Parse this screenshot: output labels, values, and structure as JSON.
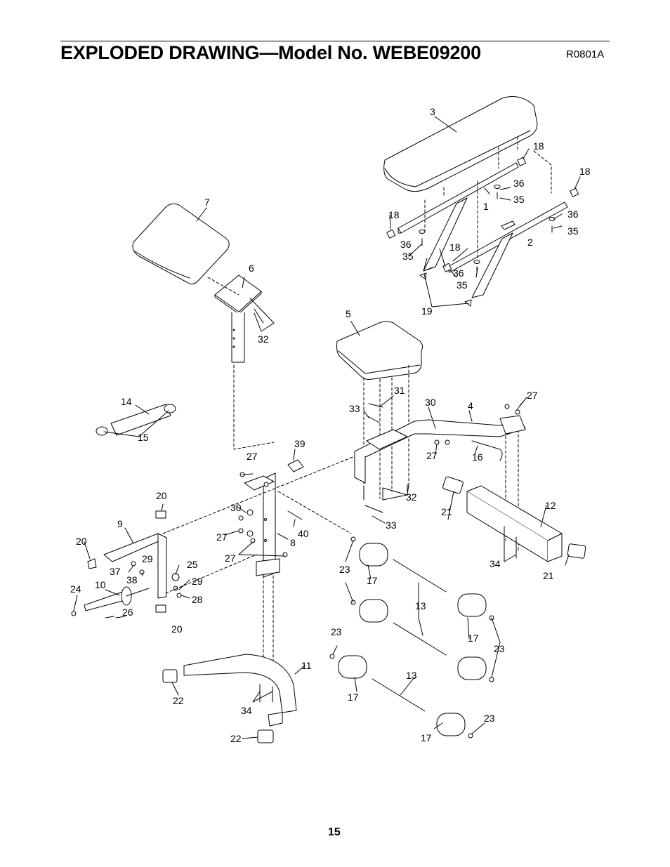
{
  "header": {
    "title": "EXPLODED DRAWING—Model No. WEBE09200",
    "code": "R0801A"
  },
  "footer": {
    "page_number": "15"
  },
  "callouts": [
    {
      "key": "p3",
      "text": "3"
    },
    {
      "key": "p18a",
      "text": "18"
    },
    {
      "key": "p18b",
      "text": "18"
    },
    {
      "key": "p36a",
      "text": "36"
    },
    {
      "key": "p35a",
      "text": "35"
    },
    {
      "key": "p1",
      "text": "1"
    },
    {
      "key": "p36b",
      "text": "36"
    },
    {
      "key": "p35b",
      "text": "35"
    },
    {
      "key": "p18c",
      "text": "18"
    },
    {
      "key": "p2",
      "text": "2"
    },
    {
      "key": "p36c",
      "text": "36"
    },
    {
      "key": "p35c",
      "text": "35"
    },
    {
      "key": "p18d",
      "text": "18"
    },
    {
      "key": "p36d",
      "text": "36"
    },
    {
      "key": "p35d",
      "text": "35"
    },
    {
      "key": "p19",
      "text": "19"
    },
    {
      "key": "p7",
      "text": "7"
    },
    {
      "key": "p6",
      "text": "6"
    },
    {
      "key": "p32a",
      "text": "32"
    },
    {
      "key": "p5",
      "text": "5"
    },
    {
      "key": "p14",
      "text": "14"
    },
    {
      "key": "p15",
      "text": "15"
    },
    {
      "key": "p31",
      "text": "31"
    },
    {
      "key": "p33a",
      "text": "33"
    },
    {
      "key": "p30a",
      "text": "30"
    },
    {
      "key": "p4",
      "text": "4"
    },
    {
      "key": "p27a",
      "text": "27"
    },
    {
      "key": "p39",
      "text": "39"
    },
    {
      "key": "p27b",
      "text": "27"
    },
    {
      "key": "p27c",
      "text": "27"
    },
    {
      "key": "p16",
      "text": "16"
    },
    {
      "key": "p20a",
      "text": "20"
    },
    {
      "key": "p9",
      "text": "9"
    },
    {
      "key": "p30b",
      "text": "30"
    },
    {
      "key": "p32b",
      "text": "32"
    },
    {
      "key": "p21a",
      "text": "21"
    },
    {
      "key": "p12",
      "text": "12"
    },
    {
      "key": "p33b",
      "text": "33"
    },
    {
      "key": "p27d",
      "text": "27"
    },
    {
      "key": "p40",
      "text": "40"
    },
    {
      "key": "p8",
      "text": "8"
    },
    {
      "key": "p20b",
      "text": "20"
    },
    {
      "key": "p27e",
      "text": "27"
    },
    {
      "key": "p29a",
      "text": "29"
    },
    {
      "key": "p25",
      "text": "25"
    },
    {
      "key": "p37",
      "text": "37"
    },
    {
      "key": "p38",
      "text": "38"
    },
    {
      "key": "p23a",
      "text": "23"
    },
    {
      "key": "p34a",
      "text": "34"
    },
    {
      "key": "p21b",
      "text": "21"
    },
    {
      "key": "p29b",
      "text": "29"
    },
    {
      "key": "p24",
      "text": "24"
    },
    {
      "key": "p10",
      "text": "10"
    },
    {
      "key": "p17a",
      "text": "17"
    },
    {
      "key": "p28",
      "text": "28"
    },
    {
      "key": "p26",
      "text": "26"
    },
    {
      "key": "p13a",
      "text": "13"
    },
    {
      "key": "p20c",
      "text": "20"
    },
    {
      "key": "p23b",
      "text": "23"
    },
    {
      "key": "p17b",
      "text": "17"
    },
    {
      "key": "p23c",
      "text": "23"
    },
    {
      "key": "p11",
      "text": "11"
    },
    {
      "key": "p13b",
      "text": "13"
    },
    {
      "key": "p22a",
      "text": "22"
    },
    {
      "key": "p17c",
      "text": "17"
    },
    {
      "key": "p34b",
      "text": "34"
    },
    {
      "key": "p23d",
      "text": "23"
    },
    {
      "key": "p22b",
      "text": "22"
    },
    {
      "key": "p17d",
      "text": "17"
    }
  ]
}
